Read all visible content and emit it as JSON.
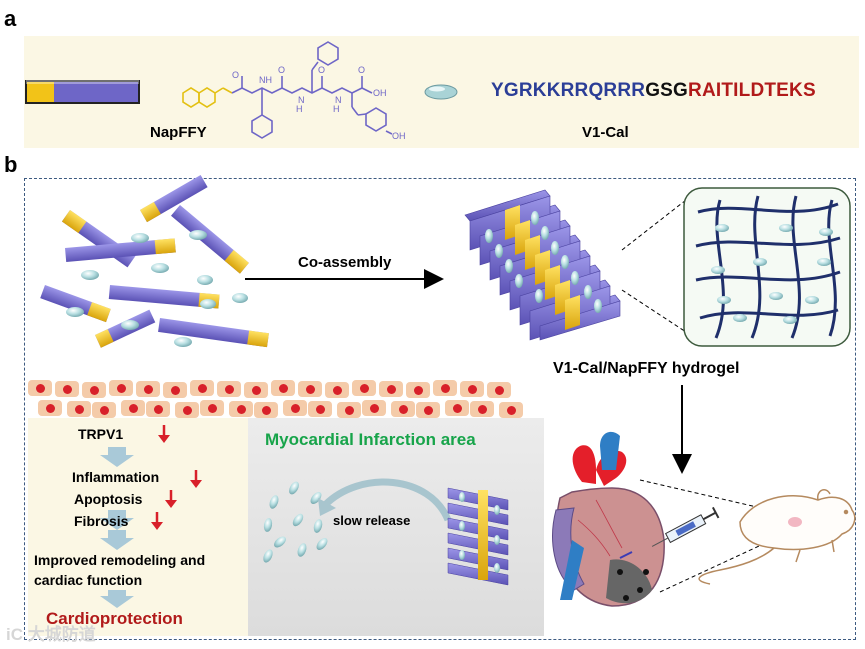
{
  "panel_a": {
    "letter": "a",
    "compound_label": "NapFFY",
    "peptide_label": "V1-Cal",
    "sequence": {
      "part1": "YGRKKRRQRRR",
      "part2": "GSG",
      "part3": "RAITILDTEKS"
    },
    "structure_labels": {
      "nh": "NH",
      "n": "N",
      "o": "O",
      "oh": "OH",
      "h": "H"
    }
  },
  "panel_b": {
    "letter": "b",
    "coassembly_label": "Co-assembly",
    "hydrogel_label": "V1-Cal/NapFFY hydrogel",
    "pathway": {
      "items": [
        "TRPV1",
        "Inflammation",
        "Apoptosis",
        "Fibrosis",
        "Improved remodeling and",
        "cardiac function"
      ],
      "result": "Cardioprotection"
    },
    "mi_area_label": "Myocardial Infarction area",
    "slow_release_label": "slow release"
  },
  "watermark": "iC 大城防道",
  "colors": {
    "panel_a_bg": "#fbf7e4",
    "purple": "#6e66c7",
    "yellow": "#f2c318",
    "navy": "#2b3e97",
    "dark_red": "#b11a1a",
    "green": "#17a44a",
    "cell": "#f4cba9",
    "nucleus": "#d8202a",
    "dash_border": "#3d5a80"
  }
}
